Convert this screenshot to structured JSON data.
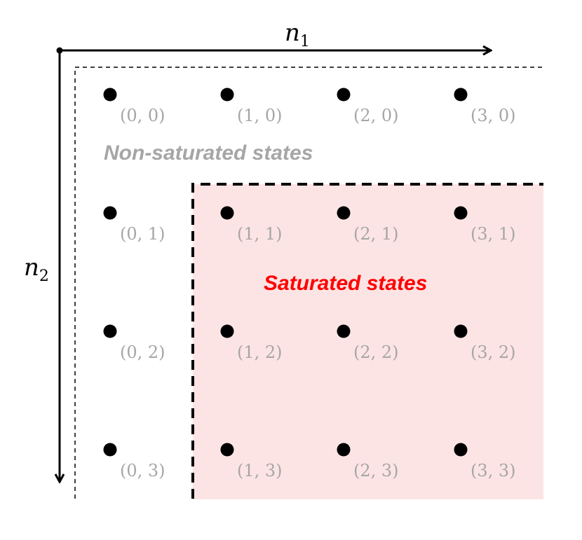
{
  "axes": {
    "horizontal": {
      "symbol": "n",
      "subscript": "1"
    },
    "vertical": {
      "symbol": "n",
      "subscript": "2"
    }
  },
  "regions": {
    "non_saturated": {
      "label": "Non-saturated states",
      "color": "#a6a6a6"
    },
    "saturated": {
      "label": "Saturated states",
      "color": "#ff0000",
      "fill": "#fde4e4"
    }
  },
  "states": [
    [
      "(0, 0)",
      "(1, 0)",
      "(2, 0)",
      "(3, 0)"
    ],
    [
      "(0, 1)",
      "(1, 1)",
      "(2, 1)",
      "(3, 1)"
    ],
    [
      "(0, 2)",
      "(1, 2)",
      "(2, 2)",
      "(3, 2)"
    ],
    [
      "(0, 3)",
      "(1, 3)",
      "(2, 3)",
      "(3, 3)"
    ]
  ],
  "colors": {
    "dot": "#000000",
    "state_label": "#a6a6a6"
  }
}
